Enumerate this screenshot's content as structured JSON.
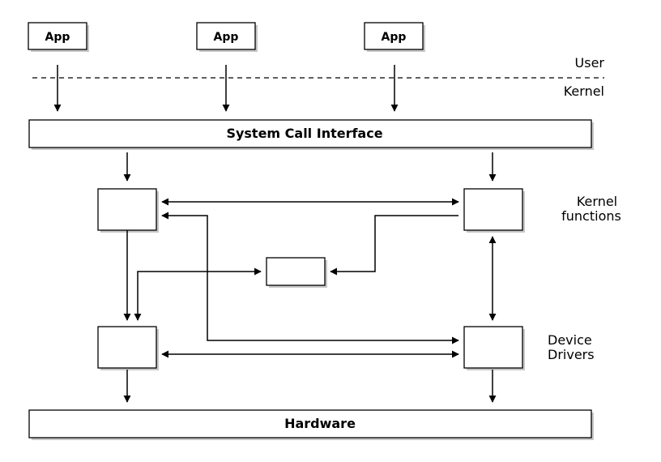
{
  "apps": [
    {
      "label": "App"
    },
    {
      "label": "App"
    },
    {
      "label": "App"
    }
  ],
  "layers": {
    "user": "User",
    "kernel": "Kernel"
  },
  "system_call_interface": "System Call Interface",
  "hardware": "Hardware",
  "groups": {
    "kernel_functions": [
      "Kernel",
      "functions"
    ],
    "device_drivers": [
      "Device",
      "Drivers"
    ]
  }
}
